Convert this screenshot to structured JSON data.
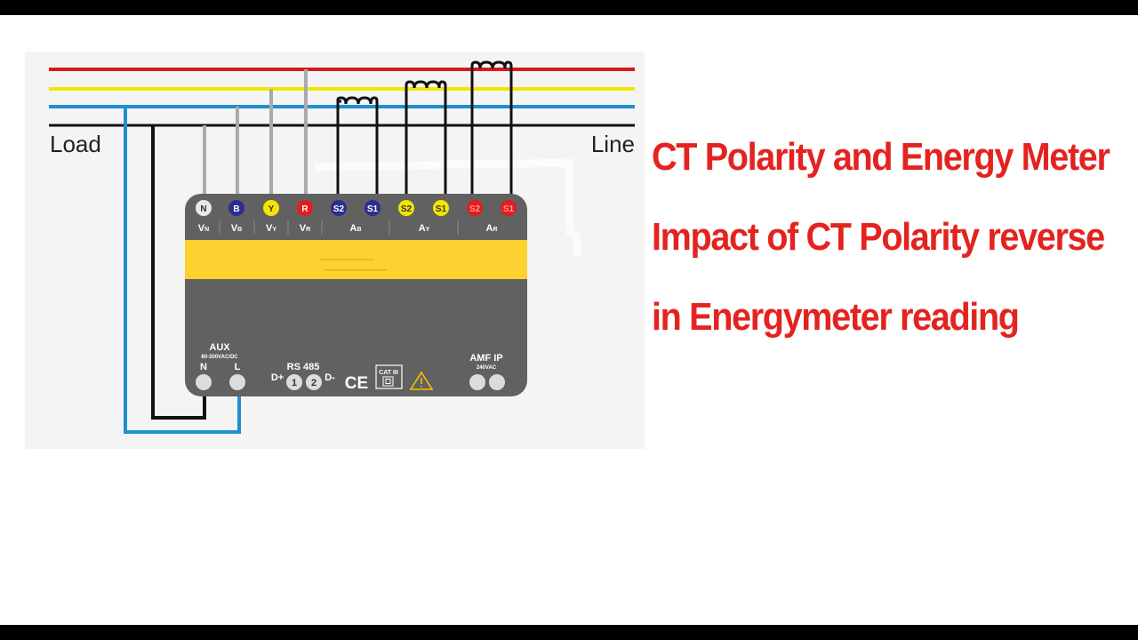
{
  "title_lines": [
    "CT Polarity and Energy Meter",
    "Impact of CT Polarity reverse",
    "in Energymeter reading"
  ],
  "diagram": {
    "load_label": "Load",
    "line_label": "Line",
    "terminals": [
      {
        "label": "N",
        "color": "#e8e8e8",
        "text_color": "#333333"
      },
      {
        "label": "B",
        "color": "#2a2f8f",
        "text_color": "#ffffff"
      },
      {
        "label": "Y",
        "color": "#f5e400",
        "text_color": "#333333"
      },
      {
        "label": "R",
        "color": "#e31c1c",
        "text_color": "#ffffff"
      },
      {
        "label": "S2",
        "color": "#2a2f8f",
        "text_color": "#ffffff"
      },
      {
        "label": "S1",
        "color": "#2a2f8f",
        "text_color": "#ffffff"
      },
      {
        "label": "S2",
        "color": "#f5e400",
        "text_color": "#333333"
      },
      {
        "label": "S1",
        "color": "#f5e400",
        "text_color": "#333333"
      },
      {
        "label": "S2",
        "color": "#e31c1c",
        "text_color": "#ff9999"
      },
      {
        "label": "S1",
        "color": "#e31c1c",
        "text_color": "#ff9999"
      }
    ],
    "voltage_labels": {
      "vn": {
        "main": "V",
        "sub": "N"
      },
      "vb": {
        "main": "V",
        "sub": "B"
      },
      "vy": {
        "main": "V",
        "sub": "Y"
      },
      "vr": {
        "main": "V",
        "sub": "R"
      }
    },
    "current_labels": {
      "ab": {
        "main": "A",
        "sub": "B"
      },
      "ay": {
        "main": "A",
        "sub": "Y"
      },
      "ar": {
        "main": "A",
        "sub": "R"
      }
    },
    "aux_label": "AUX",
    "aux_rating": "80-300VAC/DC",
    "aux_n": "N",
    "aux_l": "L",
    "rs485_label": "RS 485",
    "d_plus": "D+",
    "d_minus": "D-",
    "rs485_pin1": "1",
    "rs485_pin2": "2",
    "ce_mark": "CE",
    "cat_label": "CAT III",
    "amf_label": "AMF IP",
    "amf_rating": "240VAC"
  },
  "colors": {
    "title_red": "#e3231f",
    "phase_red": "#d7191c",
    "phase_yellow": "#f2e600",
    "phase_blue": "#1f8fd0",
    "neutral": "#111111",
    "meter_body": "#616161",
    "meter_band": "#fdd12f"
  }
}
